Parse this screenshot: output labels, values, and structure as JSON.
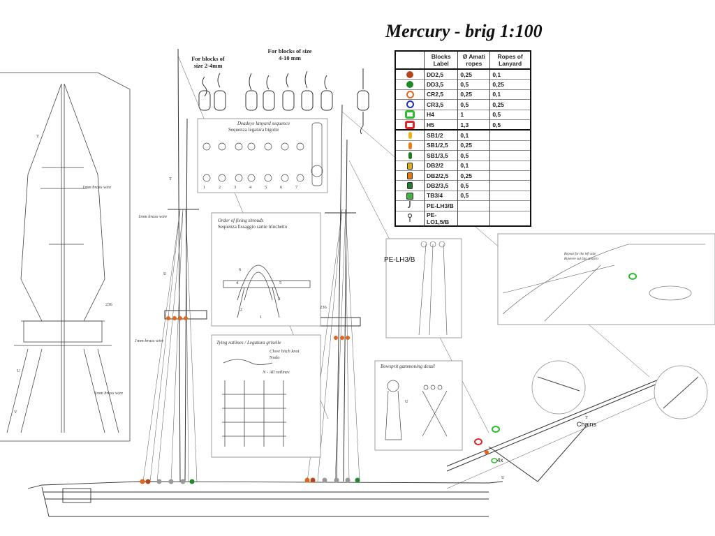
{
  "title": "Mercury - brig 1:100",
  "block_captions": {
    "small": "For blocks of size 2-4mm",
    "large": "For blocks of size 4-10 mm"
  },
  "deadeye": {
    "title_it": "Deadeye lanyard sequence",
    "title": "Sequenza legatura bigotte",
    "steps": [
      "1",
      "2",
      "3",
      "4",
      "5",
      "6",
      "7"
    ]
  },
  "shrouds": {
    "title_it": "Order of fixing shrouds",
    "title": "Sequenza fissaggio sartie trinchetto",
    "numbers": [
      "1",
      "2",
      "3",
      "4",
      "5",
      "6"
    ]
  },
  "ratlines": {
    "title": "Tying ratlines / Legatura griselle",
    "knot_it": "Clove hitch knot",
    "knot": "Nodo",
    "note": "N - All ratlines"
  },
  "bowsprit": {
    "title": "Bowsprit gammoning detail",
    "label_u": "U"
  },
  "detail_labels": {
    "pe_lh3b": "PE-LH3/B",
    "chains": "Chains",
    "four_x": "4x",
    "repeat_en": "Repeat for the left side",
    "repeat_it": "Ripetere sul lato sinistro"
  },
  "side_labels": {
    "brass1": "1mm brass wire",
    "brass2": "1mm brass wire",
    "brass3": "1mm brass wire",
    "brass4": "1mm brass wire",
    "n236a": "236",
    "n236b": "236",
    "t1": "T",
    "t2": "T",
    "u1": "U",
    "u2": "U",
    "v1": "V",
    "u3": "U",
    "t3": "T"
  },
  "table": {
    "headers": [
      "Blocks Label",
      "Ø Amati ropes",
      "Ropes of Lanyard"
    ],
    "rows": [
      {
        "icon": "round-brown-block",
        "color": "#b5471f",
        "label": "DD2,5",
        "rope": "0,25",
        "lanyard": "0,1"
      },
      {
        "icon": "round-green-block",
        "color": "#1f8a2a",
        "label": "DD3,5",
        "rope": "0,5",
        "lanyard": "0,25"
      },
      {
        "icon": "ring-orange-block",
        "color": "#e2661e",
        "label": "CR2,5",
        "rope": "0,25",
        "lanyard": "0,1"
      },
      {
        "icon": "ring-blue-block",
        "color": "#1f2fb8",
        "label": "CR3,5",
        "rope": "0,5",
        "lanyard": "0,25"
      },
      {
        "icon": "heart-green-block",
        "color": "#2bbd2b",
        "label": "H4",
        "rope": "1",
        "lanyard": "0,5"
      },
      {
        "icon": "heart-red-block",
        "color": "#e0242a",
        "label": "H5",
        "rope": "1,3",
        "lanyard": "0,5"
      },
      {
        "icon": "single-yellow-block",
        "color": "#e6b416",
        "label": "SB1/2",
        "rope": "0,1",
        "lanyard": ""
      },
      {
        "icon": "single-orange-block",
        "color": "#e67a16",
        "label": "SB1/2,5",
        "rope": "0,25",
        "lanyard": ""
      },
      {
        "icon": "single-green-block",
        "color": "#1f7a26",
        "label": "SB1/3,5",
        "rope": "0,5",
        "lanyard": ""
      },
      {
        "icon": "double-yellow-block",
        "color": "#dcae20",
        "label": "DB2/2",
        "rope": "0,1",
        "lanyard": ""
      },
      {
        "icon": "double-orange-block",
        "color": "#e07a10",
        "label": "DB2/2,5",
        "rope": "0,25",
        "lanyard": ""
      },
      {
        "icon": "double-green-block",
        "color": "#227a2a",
        "label": "DB2/3,5",
        "rope": "0,5",
        "lanyard": ""
      },
      {
        "icon": "triple-green-block",
        "color": "#43b043",
        "label": "TB3/4",
        "rope": "0,5",
        "lanyard": ""
      },
      {
        "icon": "hook-icon",
        "color": "#444444",
        "label": "PE-LH3/B",
        "rope": "",
        "lanyard": ""
      },
      {
        "icon": "eyebolt-icon",
        "color": "#444444",
        "label": "PE-LO1,5/B",
        "rope": "",
        "lanyard": ""
      }
    ]
  }
}
